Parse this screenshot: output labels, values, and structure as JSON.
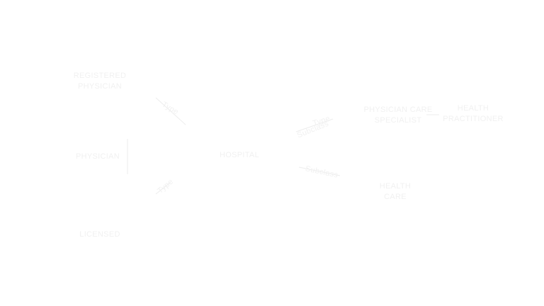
{
  "diagram": {
    "text_color": "#f1f1f1",
    "line_color": "#ededed",
    "nodes": {
      "n1": {
        "lines": [
          "REGISTERED",
          "PHYSICIAN"
        ]
      },
      "n2": {
        "lines": [
          "PHYSICIAN"
        ]
      },
      "n3": {
        "lines": [
          "LICENSED"
        ]
      },
      "n4": {
        "lines": [
          "HOSPITAL"
        ]
      },
      "n5": {
        "lines": [
          "PHYSICIAN CARE",
          "SPECIALIST"
        ]
      },
      "n6": {
        "lines": [
          "HEALTH",
          "PRACTITIONER"
        ]
      },
      "n7": {
        "lines": [
          "HEALTH",
          "CARE"
        ]
      }
    },
    "edge_labels": {
      "e1": "Type",
      "e2": "Type",
      "e3": "Type",
      "e4": "Subclass",
      "e5": "Subclass"
    }
  }
}
